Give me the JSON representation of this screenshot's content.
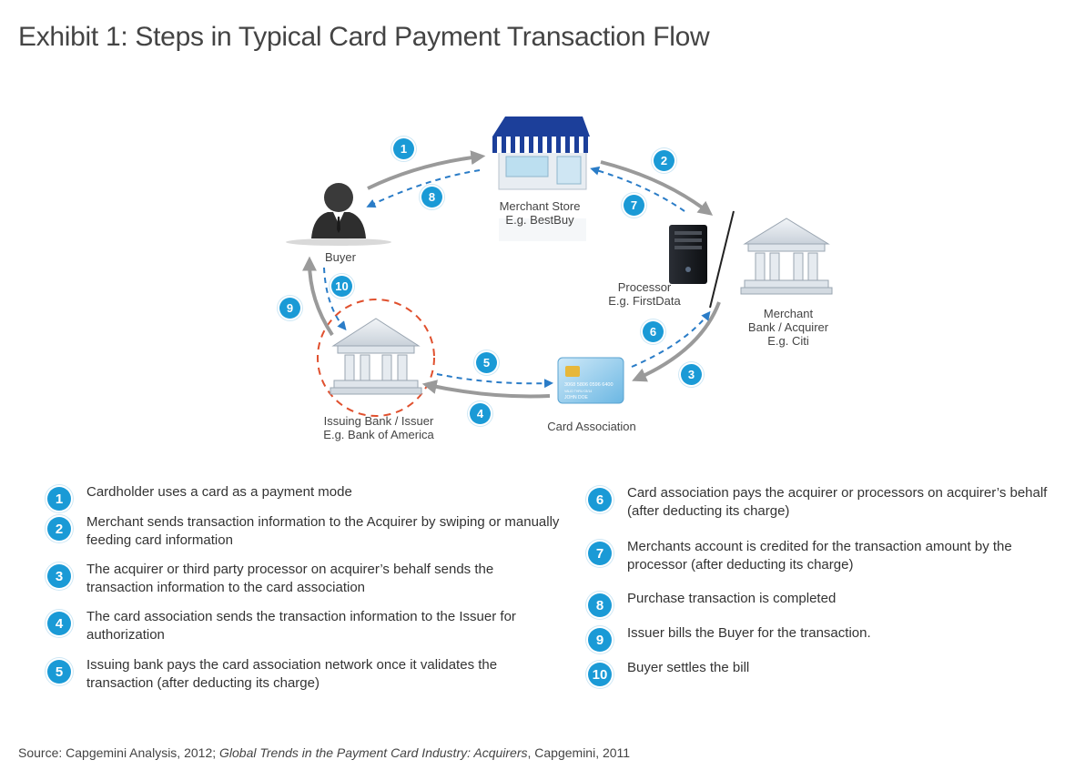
{
  "title": "Exhibit 1: Steps in Typical Card Payment Transaction Flow",
  "nodes": {
    "merchant": {
      "line1": "Merchant Store",
      "line2": "E.g. BestBuy"
    },
    "buyer": {
      "line1": "Buyer"
    },
    "processor": {
      "line1": "Processor",
      "line2": "E.g. FirstData"
    },
    "acquirer": {
      "line1": "Merchant",
      "line2": "Bank / Acquirer",
      "line3": "E.g. Citi"
    },
    "association": {
      "line1": "Card Association"
    },
    "issuer": {
      "line1": "Issuing Bank / Issuer",
      "line2": "E.g. Bank of America"
    }
  },
  "card": {
    "number": "3068 5806 0596 6400",
    "valid": "VALID THRU 03/14",
    "holder": "JOHN DOE"
  },
  "badges": [
    "1",
    "2",
    "3",
    "4",
    "5",
    "6",
    "7",
    "8",
    "9",
    "10"
  ],
  "legend": [
    {
      "num": "1",
      "text": "Cardholder uses a card as a payment mode"
    },
    {
      "num": "2",
      "text": "Merchant sends transaction information to the Acquirer by swiping or manually feeding card information"
    },
    {
      "num": "3",
      "text": "The acquirer or third party processor on acquirer’s behalf sends the transaction information to the card association"
    },
    {
      "num": "4",
      "text": "The card association sends the transaction information to the Issuer for authorization"
    },
    {
      "num": "5",
      "text": "Issuing bank pays the card association network once it validates the transaction (after deducting its charge)"
    },
    {
      "num": "6",
      "text": "Card association pays the acquirer or processors on acquirer’s behalf (after deducting its charge)"
    },
    {
      "num": "7",
      "text": "Merchants account is credited for the transaction amount by the processor (after deducting its charge)"
    },
    {
      "num": "8",
      "text": "Purchase transaction is completed"
    },
    {
      "num": "9",
      "text": "Issuer bills the Buyer for the transaction."
    },
    {
      "num": "10",
      "text": "Buyer settles the bill"
    }
  ],
  "source": {
    "prefix": "Source: Capgemini Analysis, 2012; ",
    "italic": "Global Trends in the Payment Card Industry: Acquirers",
    "suffix": ", Capgemini, 2011"
  },
  "colors": {
    "accent": "#1a9ad6",
    "solid_arrow": "#9a9a9a",
    "dashed_arrow": "#2a7cc7",
    "issuer_ring": "#e0502e"
  }
}
